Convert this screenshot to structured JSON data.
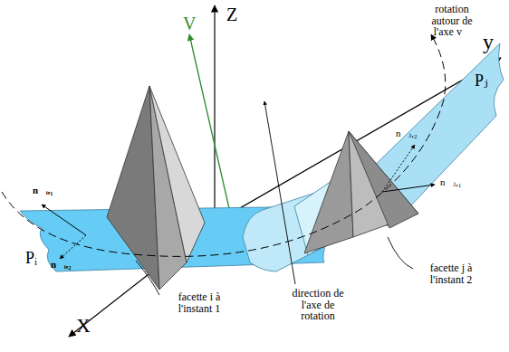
{
  "diagram": {
    "labels": [
      "V",
      "Z",
      "y",
      "X",
      "rotation autour de l'axe v⃗",
      "Pⱼ",
      "Pᵢ",
      "n⃗ᵢ,₁",
      "n⃗ᵢ,₂",
      "n⃗ⱼ,₂",
      "n⃗ⱼ,₁",
      "facette j à l'instant 2",
      "facette i à l'instant 1",
      "direction de l'axe de rotation"
    ]
  }
}
